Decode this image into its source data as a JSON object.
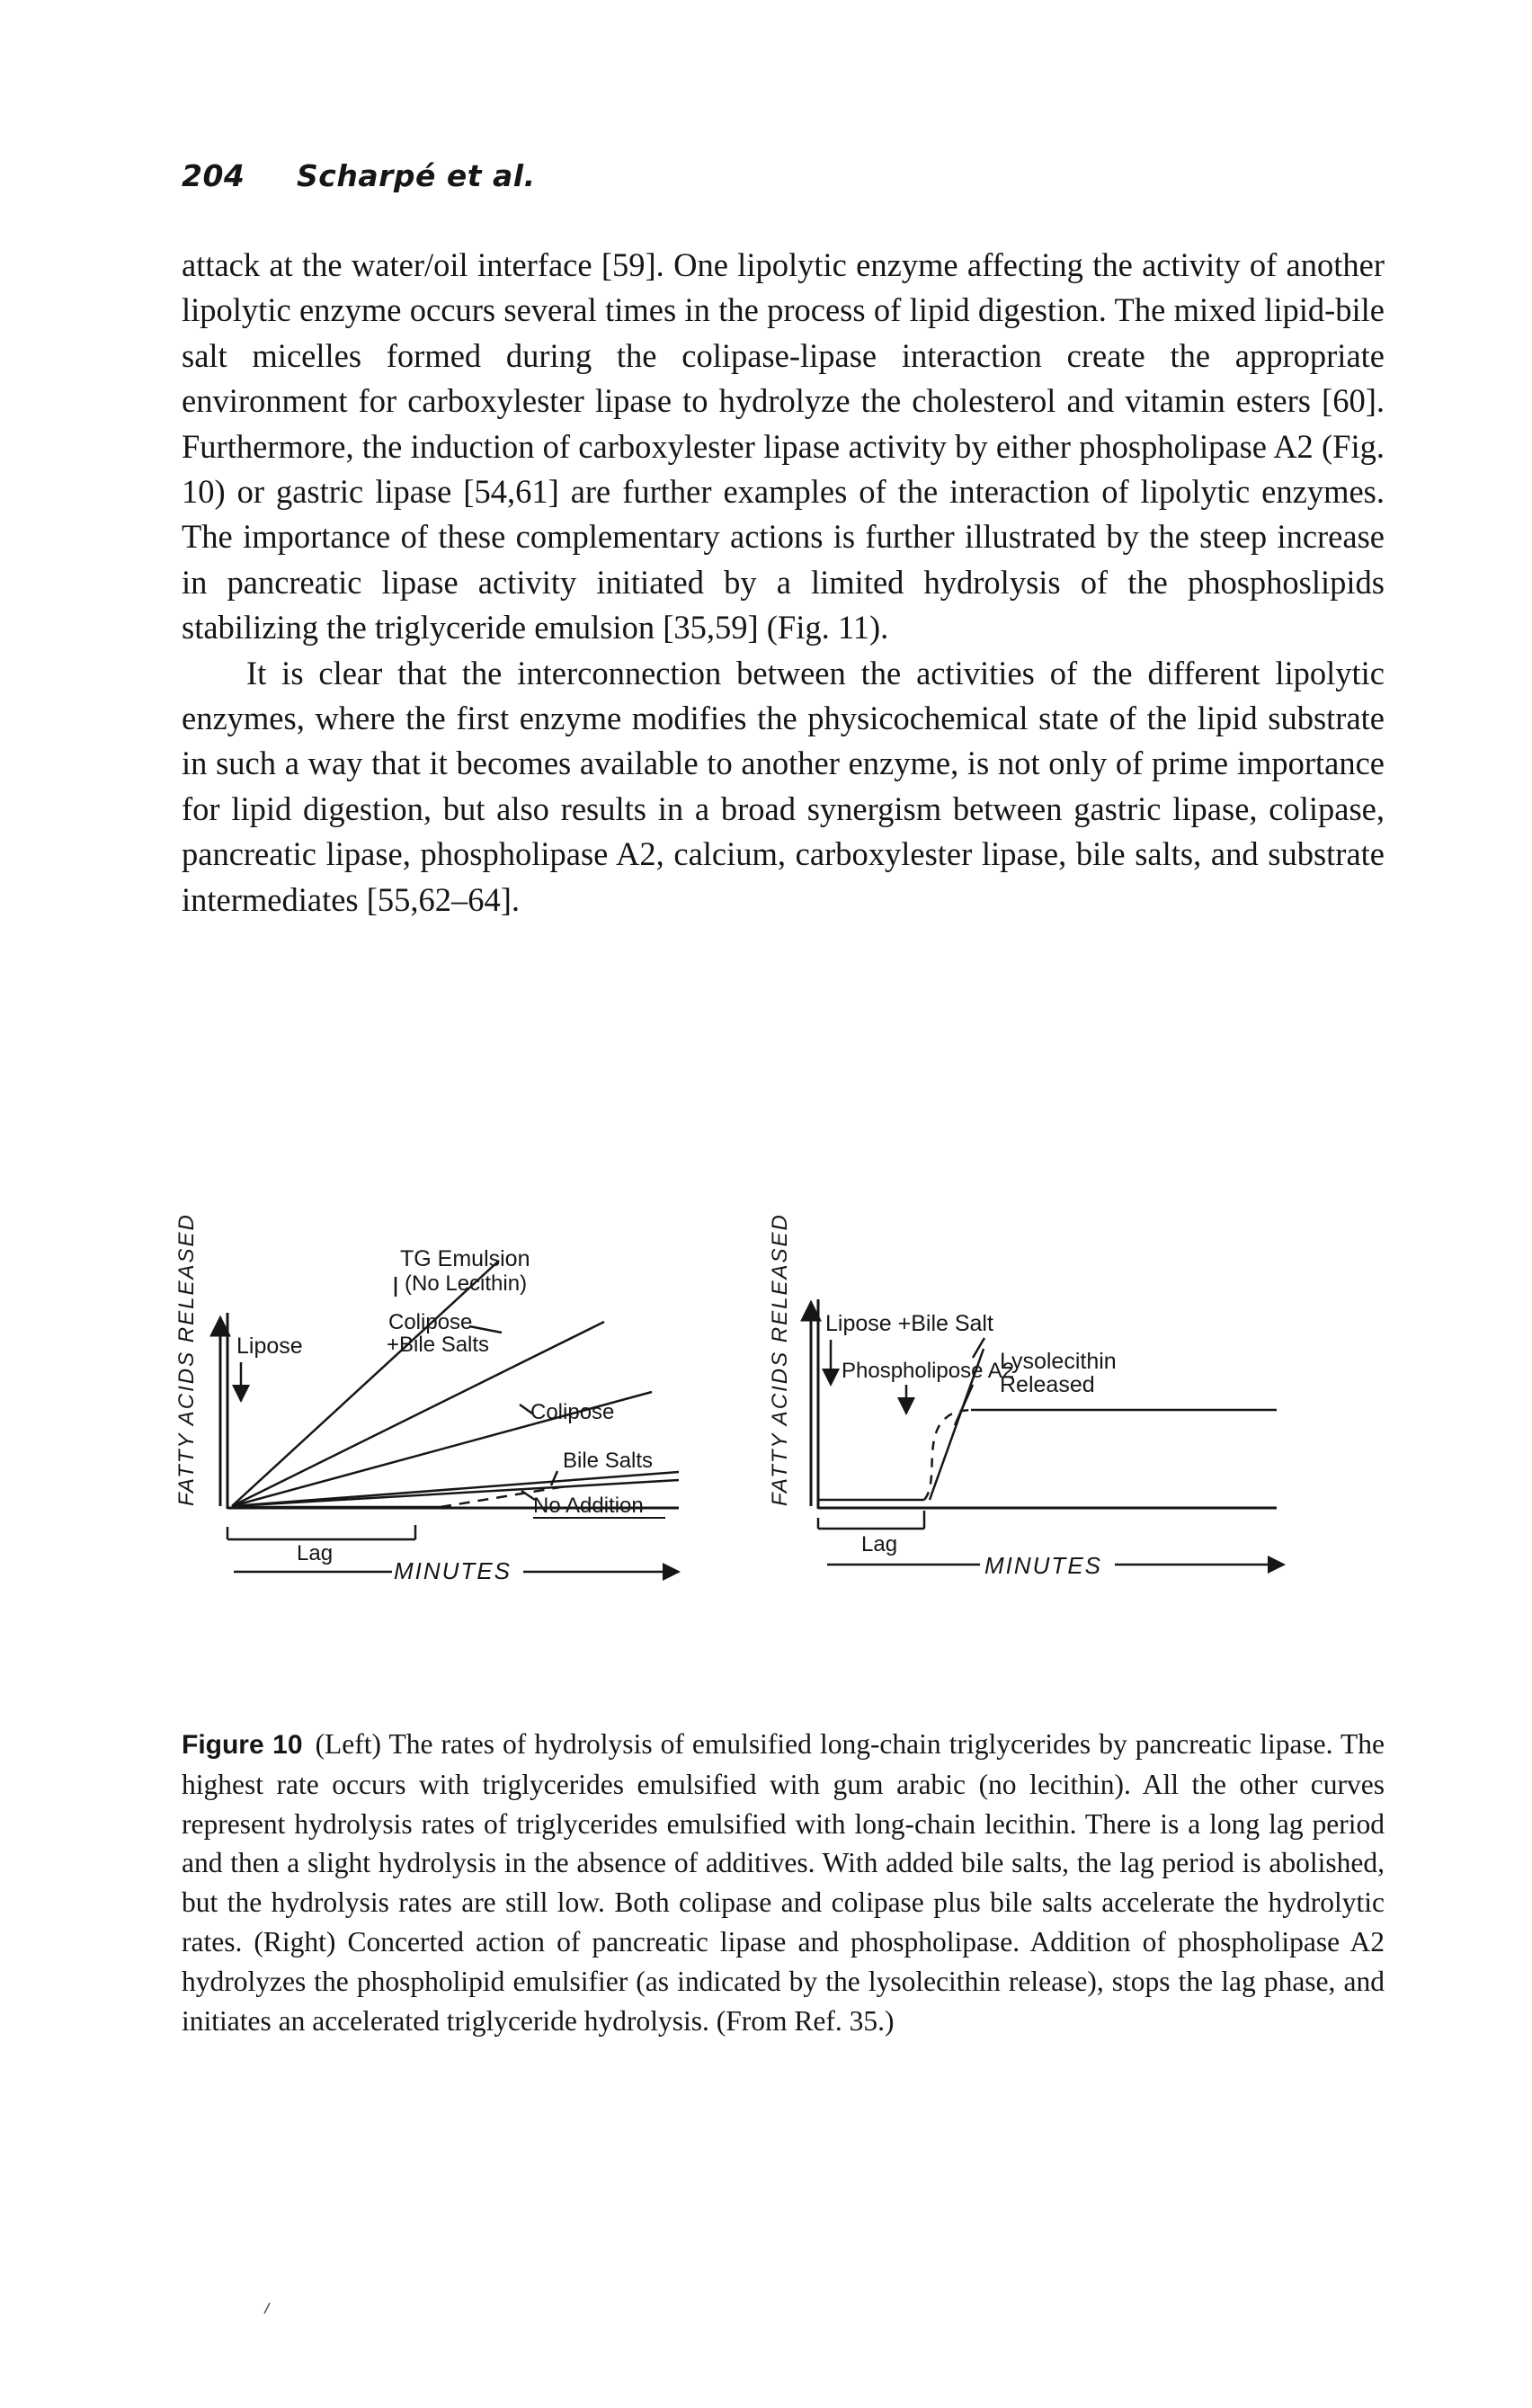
{
  "header": {
    "page_number": "204",
    "running_title": "Scharpé et al."
  },
  "body": {
    "paragraphs": [
      "attack at the water/oil interface [59]. One lipolytic enzyme affecting the activity of another lipolytic enzyme occurs several times in the process of lipid digestion. The mixed lipid-bile salt micelles formed during the colipase-lipase interaction create the appropriate environment for carboxylester lipase to hydrolyze the cholesterol and vitamin esters [60]. Furthermore, the induction of carboxylester lipase activity by either phospholipase A2 (Fig. 10) or gastric lipase [54,61] are further examples of the interaction of lipolytic enzymes. The importance of these complementary actions is further illustrated by the steep increase in pancreatic lipase activity initiated by a limited hydrolysis of the phosphoslipids stabilizing the triglyceride emulsion [35,59] (Fig. 11).",
      "It is clear that the interconnection between the activities of the different lipolytic enzymes, where the first enzyme modifies the physicochemical state of the lipid substrate in such a way that it becomes available to another enzyme, is not only of prime importance for lipid digestion, but also results in a broad synergism between gastric lipase, colipase, pancreatic lipase, phospholipase A2, calcium, carboxylester lipase, bile salts, and substrate intermediates [55,62–64]."
    ]
  },
  "figure": {
    "left_panel": {
      "y_axis_label": "FATTY ACIDS RELEASED",
      "x_axis_label": "MINUTES",
      "lipase_label": "Lipose",
      "lag_label": "Lag",
      "curve_labels": {
        "tg_emulsion_line1": "TG Emulsion",
        "tg_emulsion_line2": "(No Lecithin)",
        "colipase_bile_line1": "Colipose",
        "colipase_bile_line2": "+Bile Salts",
        "colipase": "Colipose",
        "bile_salts": "Bile Salts",
        "no_addition": "No Addition"
      }
    },
    "right_panel": {
      "y_axis_label": "FATTY ACIDS RELEASED",
      "x_axis_label": "MINUTES",
      "lipase_bile_label": "Lipose +Bile Salt",
      "phospholipase_label": "Phospholipose A2",
      "lysolecithin_line1": "Lysolecithin",
      "lysolecithin_line2": "Released",
      "lag_label": "Lag"
    }
  },
  "caption": {
    "lead": "Figure 10",
    "text": "(Left) The rates of hydrolysis of emulsified long-chain triglycerides by pancreatic lipase. The highest rate occurs with triglycerides emulsified with gum arabic (no lecithin). All the other curves represent hydrolysis rates of triglycerides emulsified with long-chain lecithin. There is a long lag period and then a slight hydrolysis in the absence of additives. With added bile salts, the lag period is abolished, but the hydrolysis rates are still low. Both colipase and colipase plus bile salts accelerate the hydrolytic rates. (Right) Concerted action of pancreatic lipase and phospholipase. Addition of phospholipase A2 hydrolyzes the phospholipid emulsifier (as indicated by the lysolecithin release), stops the lag phase, and initiates an accelerated triglyceride hydrolysis. (From Ref. 35.)"
  }
}
